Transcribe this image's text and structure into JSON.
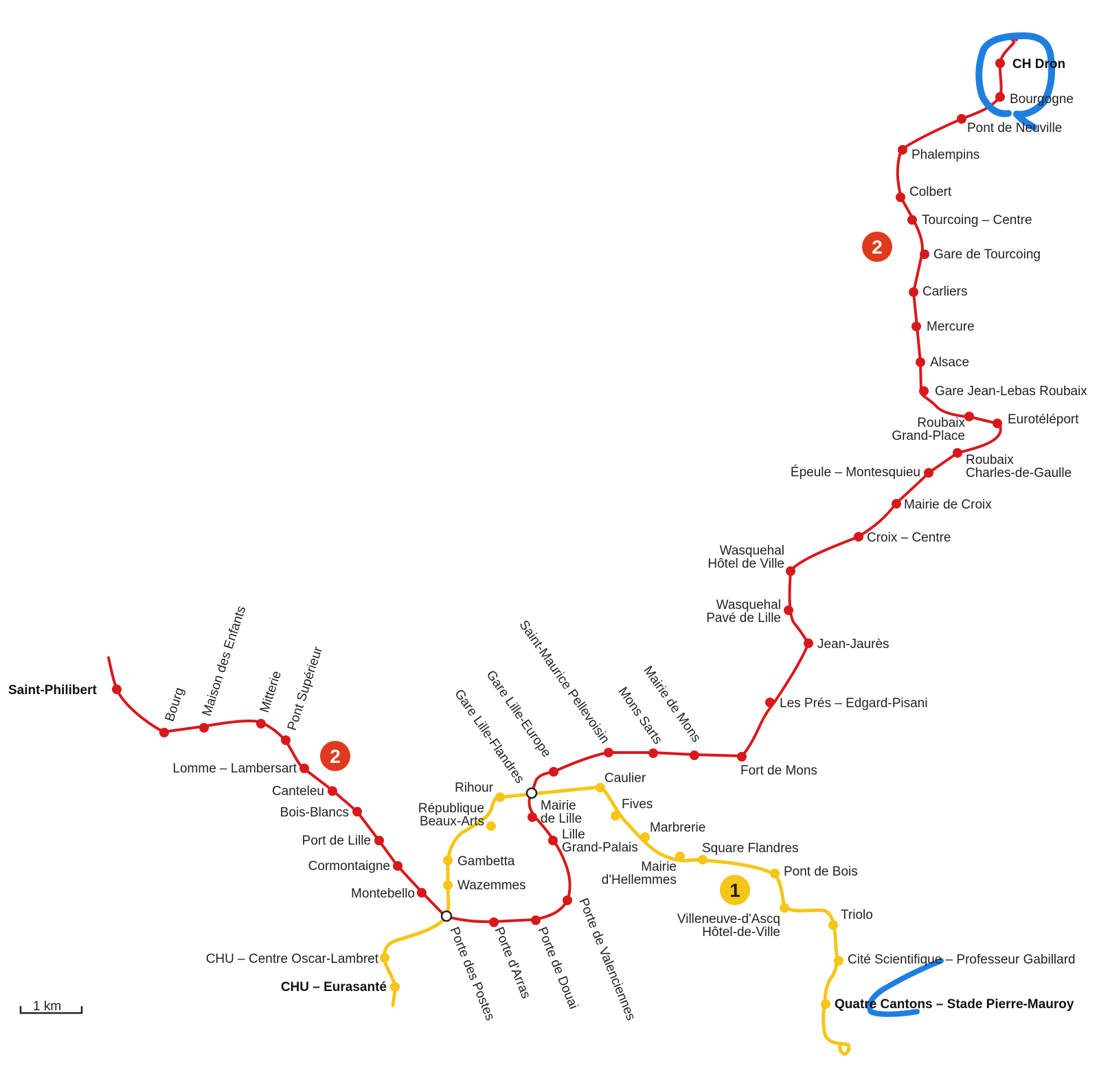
{
  "colors": {
    "line1": "#f5c518",
    "line2": "#d7191c",
    "line2_badge": "#e03a1e",
    "line1_badge": "#f5c518",
    "annotation": "#1e7fe0"
  },
  "badges": {
    "line1": "1",
    "line2": "2"
  },
  "scale": {
    "label": "1 km"
  },
  "line1": {
    "stations": [
      {
        "name": "CHU – Eurasanté",
        "terminus": true
      },
      {
        "name": "CHU – Centre Oscar-Lambret"
      },
      {
        "name": "Gambetta"
      },
      {
        "name": "Wazemmes"
      },
      {
        "name": "République\nBeaux-Arts"
      },
      {
        "name": "Rihour"
      },
      {
        "name": "Caulier"
      },
      {
        "name": "Fives"
      },
      {
        "name": "Marbrerie"
      },
      {
        "name": "Mairie\nd'Hellemmes"
      },
      {
        "name": "Square Flandres"
      },
      {
        "name": "Pont de Bois"
      },
      {
        "name": "Villeneuve-d'Ascq\nHôtel-de-Ville"
      },
      {
        "name": "Triolo"
      },
      {
        "name": "Cité Scientifique – Professeur Gabillard"
      },
      {
        "name": "Quatre Cantons – Stade Pierre-Mauroy",
        "terminus": true
      }
    ]
  },
  "line2": {
    "stations": [
      {
        "name": "Saint-Philibert",
        "terminus": true
      },
      {
        "name": "Bourg"
      },
      {
        "name": "Maison des Enfants"
      },
      {
        "name": "Mitterie"
      },
      {
        "name": "Pont Supérieur"
      },
      {
        "name": "Lomme – Lambersart"
      },
      {
        "name": "Canteleu"
      },
      {
        "name": "Bois-Blancs"
      },
      {
        "name": "Port de Lille"
      },
      {
        "name": "Cormontaigne"
      },
      {
        "name": "Montebello"
      },
      {
        "name": "Porte des Postes"
      },
      {
        "name": "Porte d'Arras"
      },
      {
        "name": "Porte de Douai"
      },
      {
        "name": "Porte de Valenciennes"
      },
      {
        "name": "Lille\nGrand-Palais"
      },
      {
        "name": "Mairie\nde Lille"
      },
      {
        "name": "Gare Lille-Flandres"
      },
      {
        "name": "Gare Lille-Europe"
      },
      {
        "name": "Saint-Maurice Pellevoisin"
      },
      {
        "name": "Mons Sarts"
      },
      {
        "name": "Mairie de Mons"
      },
      {
        "name": "Fort de Mons"
      },
      {
        "name": "Les Prés – Edgard-Pisani"
      },
      {
        "name": "Jean-Jaurès"
      },
      {
        "name": "Wasquehal\nPavé de Lille"
      },
      {
        "name": "Wasquehal\nHôtel de Ville"
      },
      {
        "name": "Croix – Centre"
      },
      {
        "name": "Mairie de Croix"
      },
      {
        "name": "Épeule – Montesquieu"
      },
      {
        "name": "Roubaix\nCharles-de-Gaulle"
      },
      {
        "name": "Roubaix\nGrand-Place"
      },
      {
        "name": "Eurotéléport"
      },
      {
        "name": "Gare Jean-Lebas Roubaix"
      },
      {
        "name": "Alsace"
      },
      {
        "name": "Mercure"
      },
      {
        "name": "Carliers"
      },
      {
        "name": "Gare de Tourcoing"
      },
      {
        "name": "Tourcoing – Centre"
      },
      {
        "name": "Colbert"
      },
      {
        "name": "Phalempins"
      },
      {
        "name": "Pont de Neuville"
      },
      {
        "name": "Bourgogne"
      },
      {
        "name": "CH Dron",
        "terminus": true
      }
    ]
  }
}
